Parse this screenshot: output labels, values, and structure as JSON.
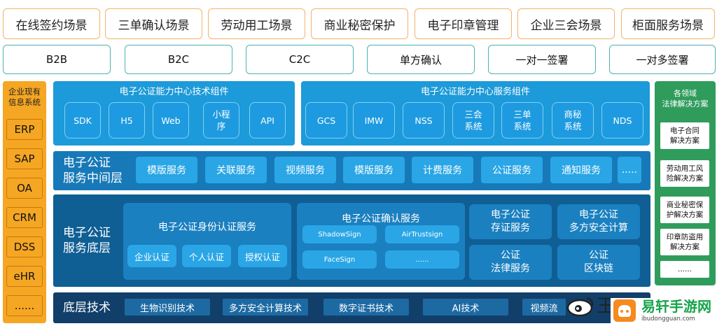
{
  "scenes": [
    "在线签约场景",
    "三单确认场景",
    "劳动用工场景",
    "商业秘密保护",
    "电子印章管理",
    "企业三会场景",
    "柜面服务场景"
  ],
  "modes": [
    "B2B",
    "B2C",
    "C2C",
    "单方确认",
    "一对一签署",
    "一对多签署"
  ],
  "left": {
    "heading": [
      "企业现有",
      "信息系统"
    ],
    "items": [
      "ERP",
      "SAP",
      "OA",
      "CRM",
      "DSS",
      "eHR",
      "......"
    ]
  },
  "right": {
    "heading": [
      "各领域",
      "法律解决方案"
    ],
    "items": [
      [
        "电子合同",
        "解决方案"
      ],
      [
        "劳动用工风",
        "险解决方案"
      ],
      [
        "商业秘密保",
        "护解决方案"
      ],
      [
        "印章防盗用",
        "解决方案"
      ],
      [
        "......"
      ]
    ]
  },
  "tech_components": {
    "title": "电子公证能力中心技术组件",
    "items": [
      [
        "SDK"
      ],
      [
        "H5"
      ],
      [
        "Web"
      ],
      [
        "小程",
        "序"
      ],
      [
        "API"
      ]
    ]
  },
  "service_components": {
    "title": "电子公证能力中心服务组件",
    "items": [
      [
        "GCS"
      ],
      [
        "IMW"
      ],
      [
        "NSS"
      ],
      [
        "三会",
        "系统"
      ],
      [
        "三单",
        "系统"
      ],
      [
        "商秘",
        "系统"
      ],
      [
        "NDS"
      ]
    ]
  },
  "middle_layer": {
    "title": [
      "电子公证",
      "服务中间层"
    ],
    "items": [
      "模版服务",
      "关联服务",
      "视频服务",
      "模版服务",
      "计费服务",
      "公证服务",
      "通知服务",
      "....."
    ]
  },
  "base_layer": {
    "title": [
      "电子公证",
      "服务底层"
    ],
    "identity": {
      "title": "电子公证身份认证服务",
      "items": [
        "企业认证",
        "个人认证",
        "授权认证"
      ]
    },
    "confirm": {
      "title": "电子公证确认服务",
      "items": [
        "ShadowSign",
        "AirTrustsign",
        "FaceSign",
        "......"
      ]
    },
    "boxes": [
      [
        "电子公证",
        "存证服务"
      ],
      [
        "电子公证",
        "多方安全计算"
      ],
      [
        "公证",
        "法律服务"
      ],
      [
        "公证",
        "区块链"
      ]
    ]
  },
  "bottom_layer": {
    "title": "底层技术",
    "items": [
      "生物识别技术",
      "多方安全计算技术",
      "数字证书技术",
      "AI技术",
      "视频流"
    ]
  },
  "watermark": {
    "weibo_text": "王",
    "site_name": "易轩手游网",
    "site_url": "ibudongguan.com"
  }
}
